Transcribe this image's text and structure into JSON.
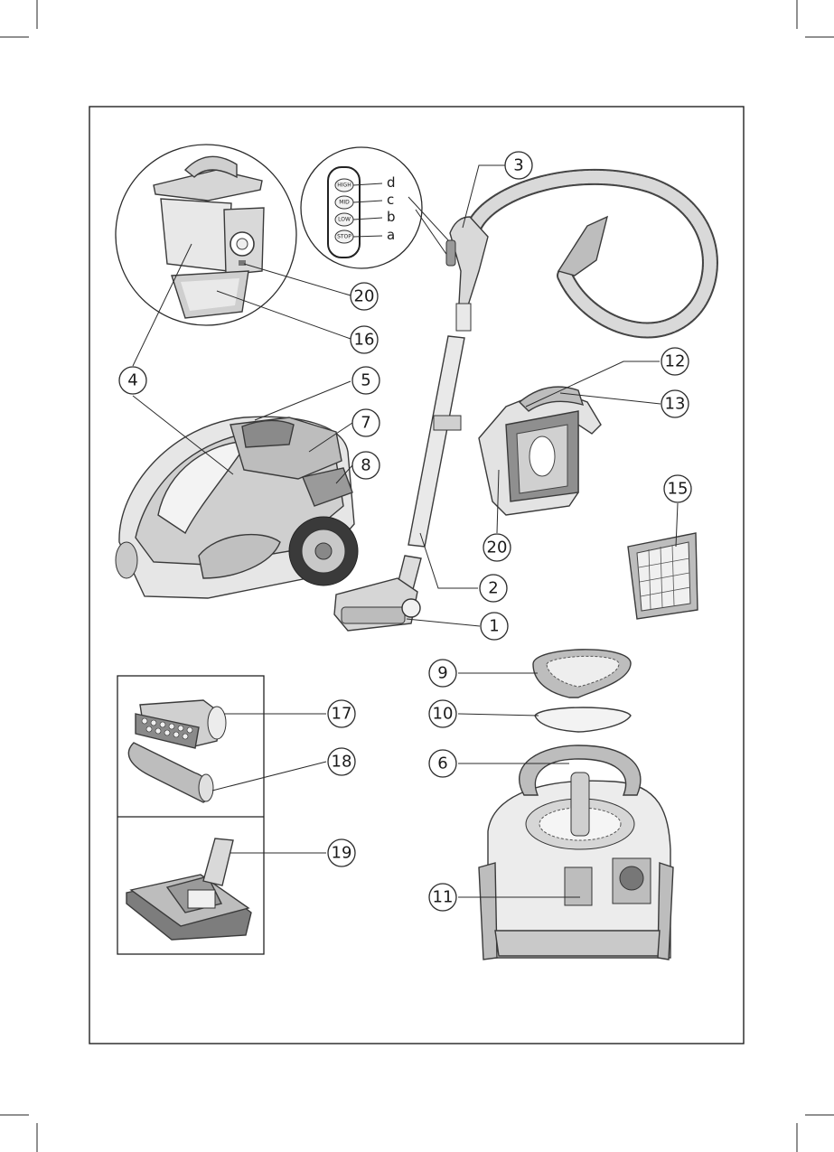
{
  "control_panel": {
    "buttons": [
      "HIGH",
      "MID",
      "LOW",
      "STOP"
    ],
    "letters": [
      "d",
      "c",
      "b",
      "a"
    ]
  },
  "callouts": {
    "n1": "1",
    "n2": "2",
    "n3": "3",
    "n4": "4",
    "n5": "5",
    "n6": "6",
    "n7": "7",
    "n8": "8",
    "n9": "9",
    "n10": "10",
    "n11": "11",
    "n12": "12",
    "n13": "13",
    "n15": "15",
    "n16": "16",
    "n17": "17",
    "n18": "18",
    "n19": "19",
    "n20a": "20",
    "n20b": "20"
  },
  "colors": {
    "line": "#2b2b2b",
    "body_light": "#e6e6e6",
    "body_mid": "#c4c4c4",
    "body_dark": "#8a8a8a"
  }
}
